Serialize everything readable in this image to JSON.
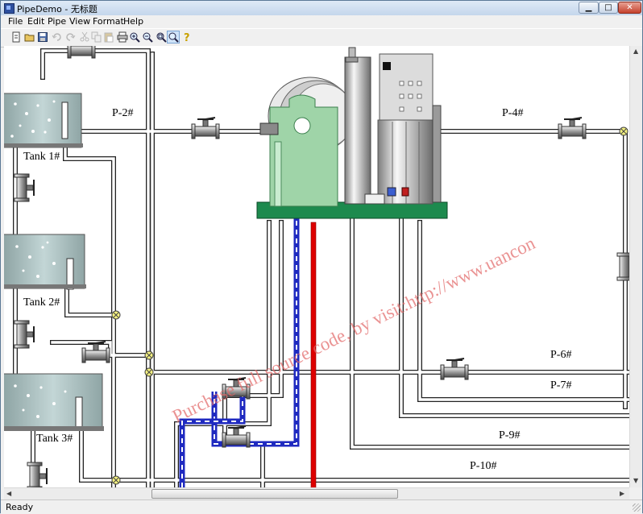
{
  "window": {
    "title": "PipeDemo - 无标题"
  },
  "menu": [
    "File",
    "Edit",
    "Pipe",
    "View",
    "Format",
    "Help"
  ],
  "toolbar": [
    "new-icon",
    "open-icon",
    "save-icon",
    "undo-icon",
    "redo-icon",
    "cut-icon",
    "copy-icon",
    "paste-icon",
    "print-icon",
    "zoom-in-icon",
    "zoom-out-icon",
    "zoom-fit-icon",
    "zoom-select-icon",
    "help-icon"
  ],
  "labels": {
    "tank1": "Tank 1#",
    "tank2": "Tank 2#",
    "tank3": "Tank 3#",
    "p2": "P-2#",
    "p4": "P-4#",
    "p6": "P-6#",
    "p7": "P-7#",
    "p9": "P-9#",
    "p10": "P-10#"
  },
  "watermark": "Purchase full source code, by visit:http://www.uancon",
  "status": "Ready",
  "colors": {
    "pipe": "#ffffff",
    "pipe_outline": "#333333",
    "red_pipe": "#dd0000",
    "blue_pipe": "#2a33c8",
    "base_plate": "#1d8a4e",
    "machine": "#9fd4a8",
    "tank": "#a9bfbf"
  }
}
